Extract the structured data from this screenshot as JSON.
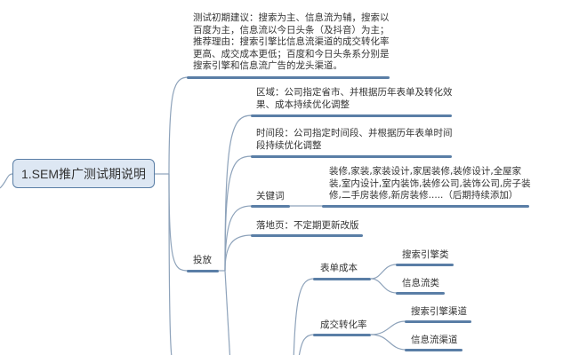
{
  "root": "1.SEM推广测试期说明",
  "branches": {
    "suggestion": [
      "测试初期建议：搜索为主、信息流为辅，搜索以",
      "百度为主，信息流以今日头条（及抖音）为主；",
      "推荐理由：搜索引擎比信息流渠道的成交转化率",
      "更高、成交成本更低；百度和今日头条系分别是",
      "搜索引擎和信息流广告的龙头渠道。"
    ],
    "delivery": {
      "label": "投放",
      "region": [
        "区域：公司指定省市、并根据历年表单及转化效",
        "果、成本持续优化调整"
      ],
      "time": [
        "时间段：公司指定时间段、并根据历年表单时间",
        "段持续优化调整"
      ],
      "keywords_label": "关键词",
      "keywords": [
        "装修,家装,家装设计,家居装修,装修设计,全屋家",
        "装,室内设计,室内装饰,装修公司,装饰公司,房子装",
        "修,二手房装修,新房装修.....（后期持续添加）"
      ],
      "landing": "落地页：不定期更新改版",
      "form_cost": {
        "label": "表单成本",
        "children": [
          "搜索引擎类",
          "信息流类"
        ]
      },
      "conversion": {
        "label": "成交转化率",
        "children": [
          "搜索引擎渠道",
          "信息流渠道"
        ]
      }
    }
  },
  "colors": {
    "line": "#5a7ea6",
    "root_fill": "#dde7f3"
  }
}
